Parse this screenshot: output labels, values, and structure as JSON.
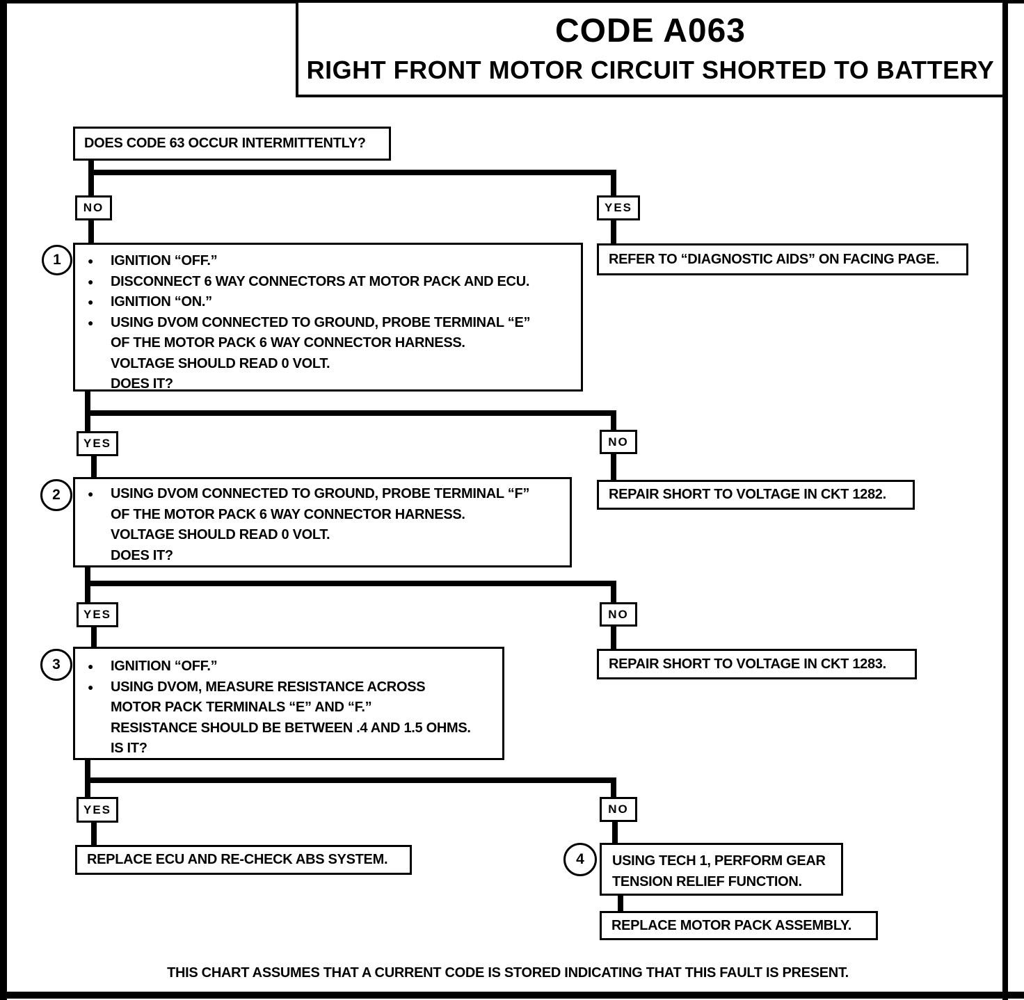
{
  "title": {
    "code": "CODE A063",
    "subtitle": "RIGHT FRONT MOTOR CIRCUIT SHORTED TO BATTERY"
  },
  "labels": {
    "yes": "YES",
    "no": "NO"
  },
  "flow": {
    "q0": "DOES CODE 63 OCCUR INTERMITTENTLY?",
    "refer": "REFER TO “DIAGNOSTIC AIDS” ON FACING PAGE.",
    "step1": {
      "number": "1",
      "items": [
        {
          "b": "●",
          "t": "IGNITION “OFF.”"
        },
        {
          "b": "●",
          "t": "DISCONNECT 6 WAY CONNECTORS AT MOTOR PACK AND ECU."
        },
        {
          "b": "●",
          "t": "IGNITION “ON.”"
        },
        {
          "b": "●",
          "t": "USING DVOM CONNECTED TO GROUND, PROBE TERMINAL “E”"
        },
        {
          "b": "",
          "t": "OF THE MOTOR PACK 6 WAY CONNECTOR HARNESS."
        },
        {
          "b": "",
          "t": "VOLTAGE SHOULD READ 0 VOLT."
        },
        {
          "b": "",
          "t": "DOES IT?"
        }
      ]
    },
    "repair1282": "REPAIR SHORT TO VOLTAGE IN CKT 1282.",
    "step2": {
      "number": "2",
      "items": [
        {
          "b": "●",
          "t": "USING DVOM CONNECTED TO GROUND, PROBE TERMINAL “F”"
        },
        {
          "b": "",
          "t": "OF THE MOTOR PACK 6 WAY CONNECTOR HARNESS."
        },
        {
          "b": "",
          "t": "VOLTAGE SHOULD READ 0 VOLT."
        },
        {
          "b": "",
          "t": "DOES IT?"
        }
      ]
    },
    "repair1283": "REPAIR SHORT TO VOLTAGE IN CKT 1283.",
    "step3": {
      "number": "3",
      "items": [
        {
          "b": "●",
          "t": "IGNITION “OFF.”"
        },
        {
          "b": "●",
          "t": "USING DVOM, MEASURE RESISTANCE ACROSS"
        },
        {
          "b": "",
          "t": "MOTOR PACK TERMINALS “E” AND “F.”"
        },
        {
          "b": "",
          "t": "RESISTANCE SHOULD BE BETWEEN .4 AND 1.5 OHMS."
        },
        {
          "b": "",
          "t": "IS IT?"
        }
      ]
    },
    "replace_ecu": "REPLACE ECU AND RE-CHECK ABS SYSTEM.",
    "step4": {
      "number": "4",
      "items": [
        {
          "b": "",
          "t": "USING TECH 1, PERFORM GEAR"
        },
        {
          "b": "",
          "t": "TENSION RELIEF FUNCTION."
        }
      ]
    },
    "replace_motor": "REPLACE MOTOR PACK ASSEMBLY."
  },
  "footer": "THIS CHART ASSUMES THAT A CURRENT CODE IS STORED INDICATING THAT THIS FAULT IS PRESENT."
}
